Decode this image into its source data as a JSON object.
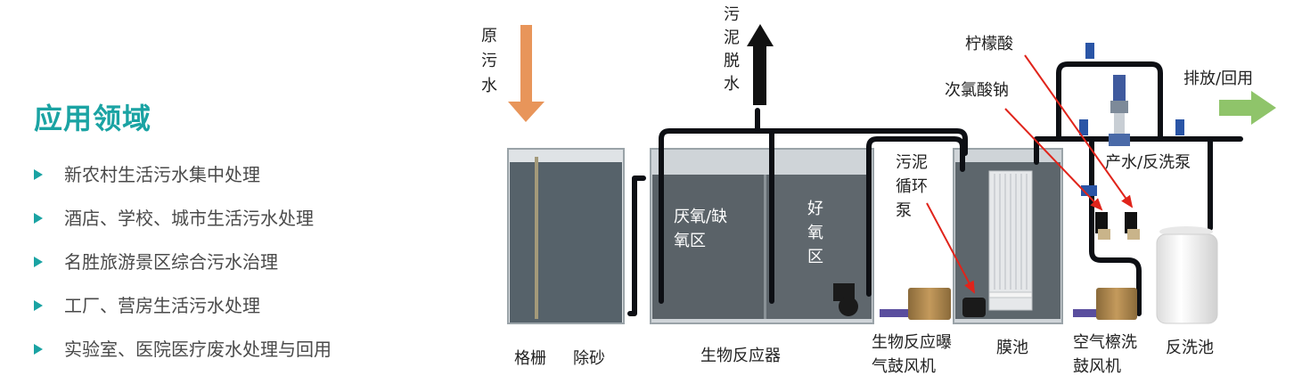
{
  "section": {
    "title": "应用领域",
    "items": [
      "新农村生活污水集中处理",
      "酒店、学校、城市生活污水处理",
      "名胜旅游景区综合污水治理",
      "工厂、营房生活污水处理",
      "实验室、医院医疗废水处理与回用"
    ]
  },
  "diagram": {
    "raw_water": [
      "原",
      "污",
      "水"
    ],
    "sludge_dewatering": [
      "污",
      "泥",
      "脱",
      "水"
    ],
    "citric_acid": "柠檬酸",
    "sodium_hypochlorite": "次氯酸钠",
    "discharge_reuse": "排放/回用",
    "product_backwash_pump": "产水/反洗泵",
    "anoxic_zone": [
      "厌氧/缺",
      "氧区"
    ],
    "aerobic_zone": [
      "好",
      "氧",
      "区"
    ],
    "sludge_recycle_pump": [
      "污泥",
      "循环",
      "泵"
    ],
    "grille": "格栅",
    "grit_removal": "除砂",
    "bioreactor": "生物反应器",
    "bio_blower": [
      "生物反应曝",
      "气鼓风机"
    ],
    "membrane_tank": "膜池",
    "air_scour_blower": [
      "空气檫洗",
      "鼓风机"
    ],
    "backwash_tank": "反洗池"
  },
  "colors": {
    "accent": "#1aa3a3",
    "inlet_arrow": "#e8955a",
    "outlet_arrow": "#8fc46a",
    "tank_dark": "#586168",
    "pipe": "#0d0f14",
    "red_line": "#e0241b"
  }
}
